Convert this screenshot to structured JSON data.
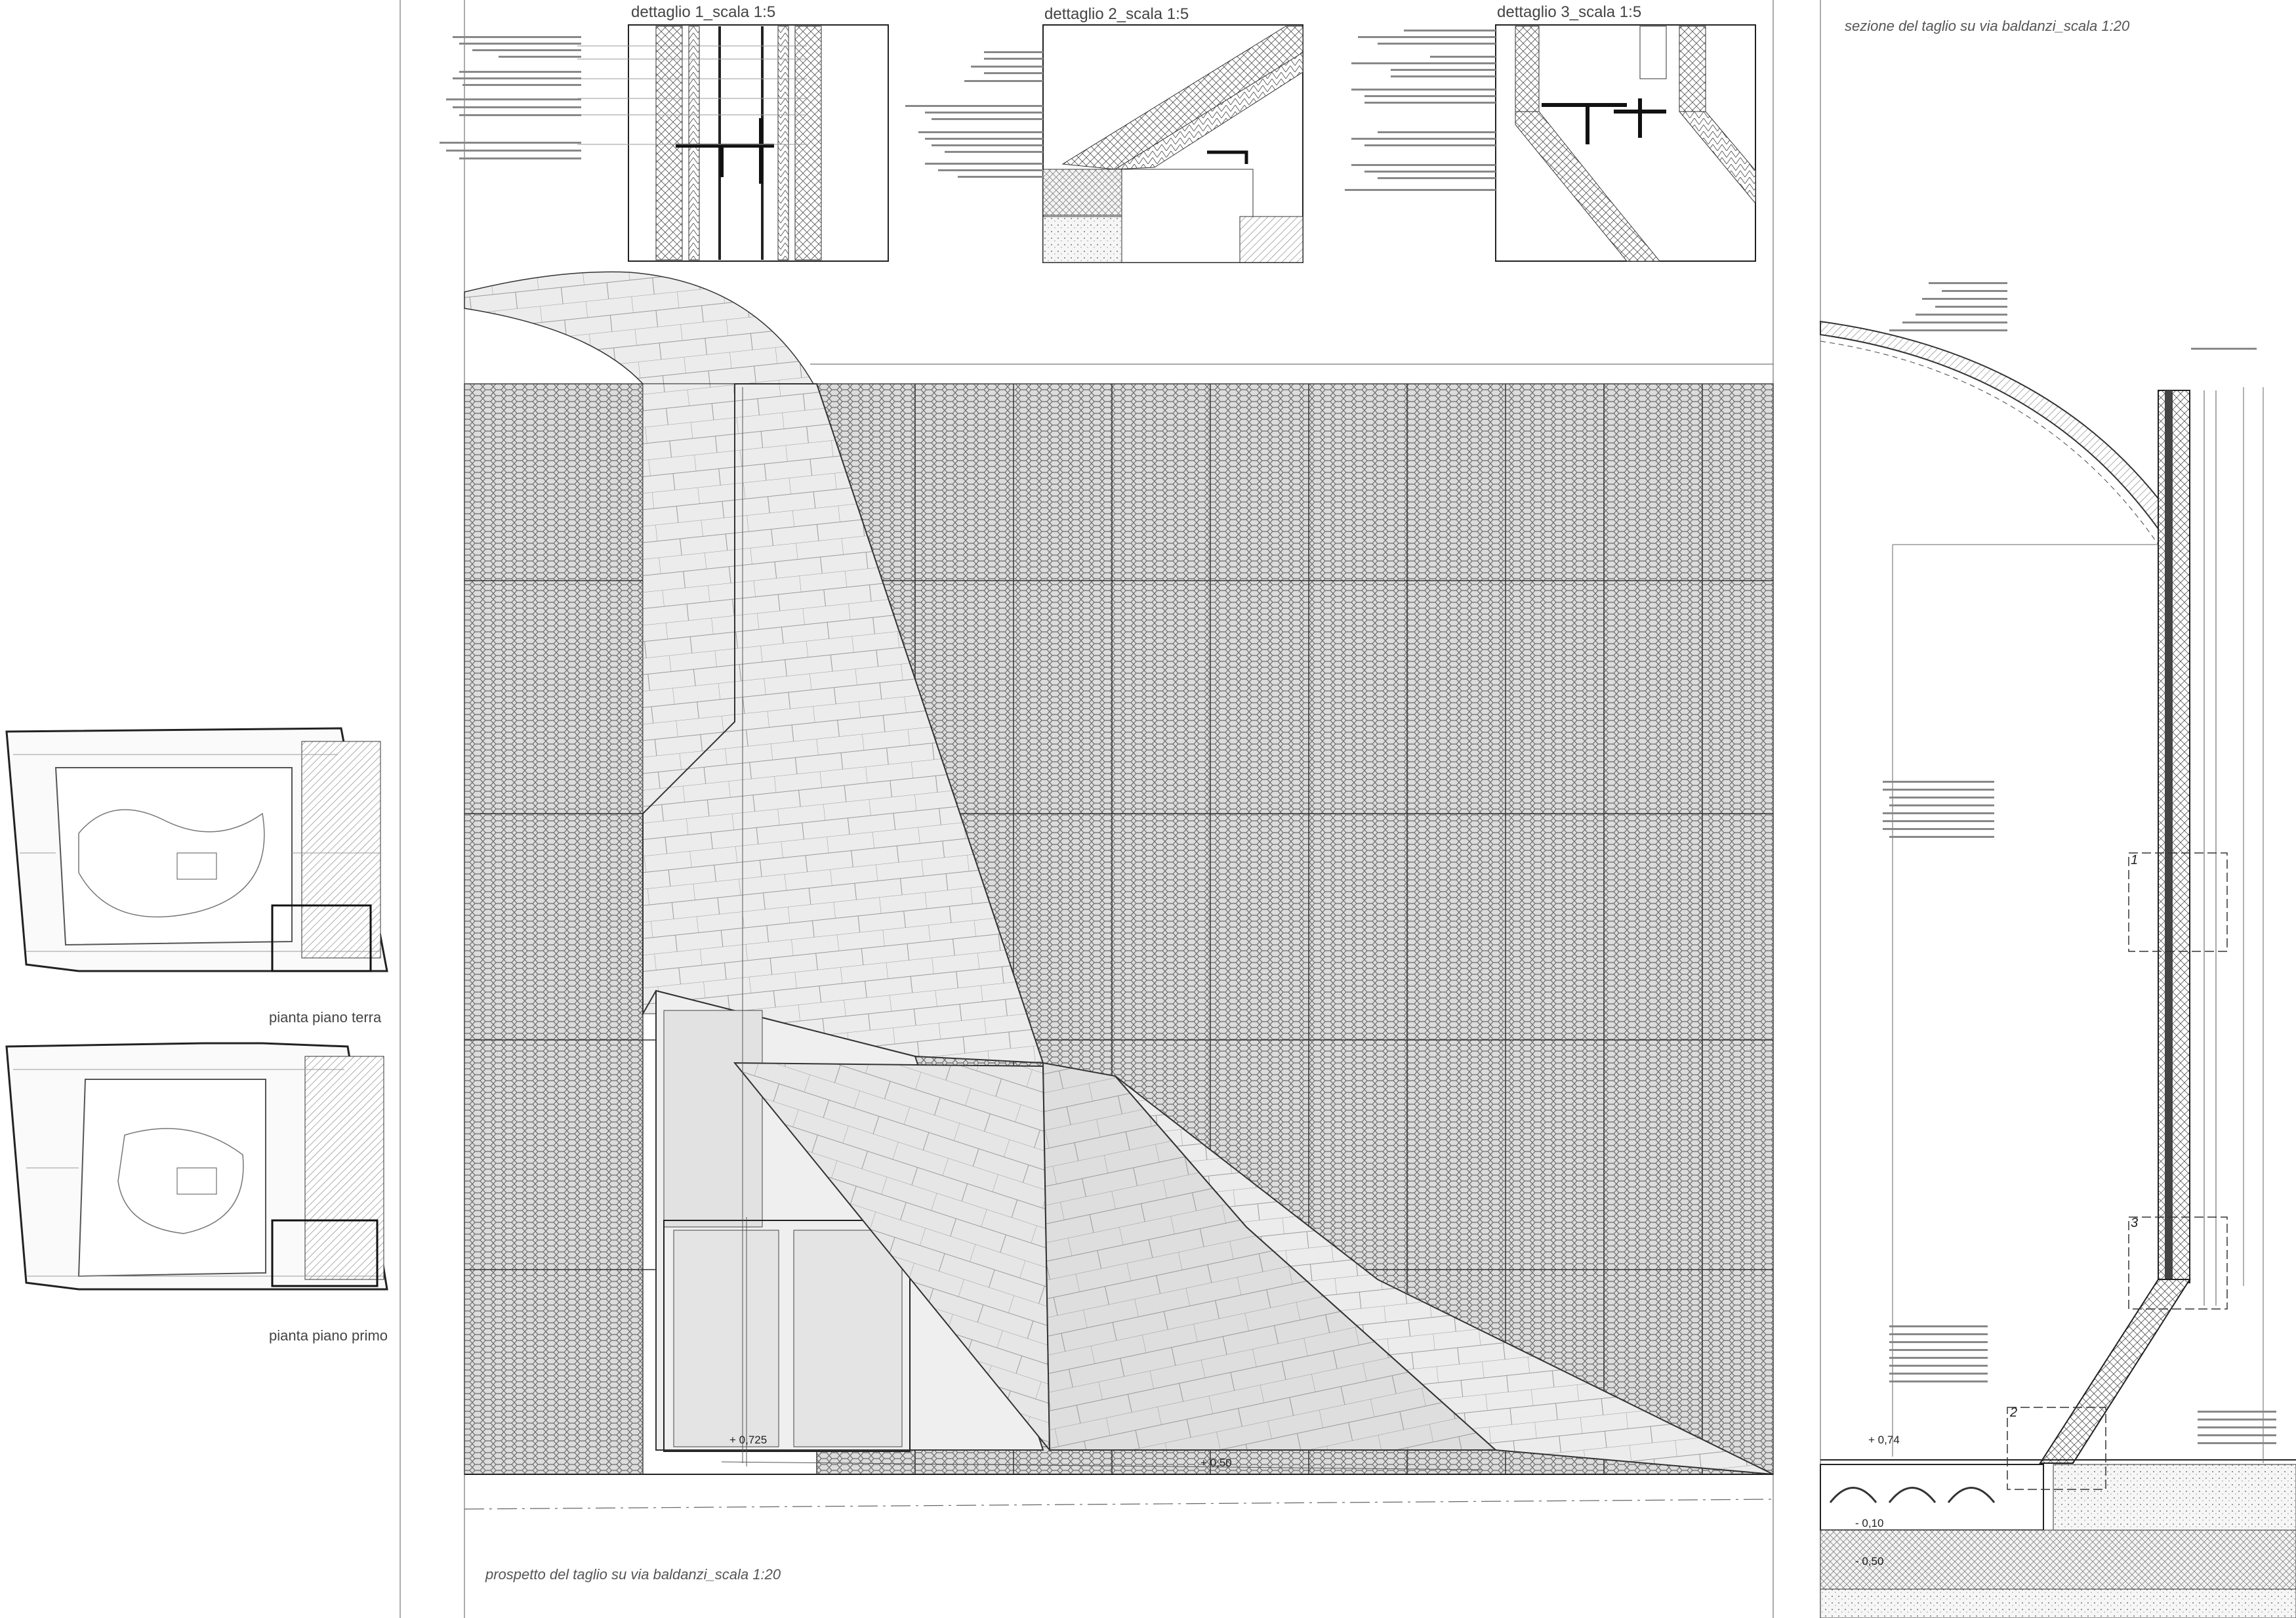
{
  "details": [
    {
      "title": "dettaglio 1_scala 1:5"
    },
    {
      "title": "dettaglio 2_scala 1:5"
    },
    {
      "title": "dettaglio 3_scala 1:5"
    }
  ],
  "section": {
    "title": "sezione del taglio su via baldanzi_scala 1:20",
    "level_top": "+ 0,74",
    "level_mid": "- 0,10",
    "level_low": "- 0,50",
    "detail_tags": [
      "1",
      "2",
      "3"
    ]
  },
  "elevation": {
    "title": "prospetto del taglio su via baldanzi_scala 1:20",
    "level_a": "+ 0,725",
    "level_b": "+ 0,50"
  },
  "plans": [
    {
      "title": "pianta piano terra"
    },
    {
      "title": "pianta piano primo"
    }
  ]
}
